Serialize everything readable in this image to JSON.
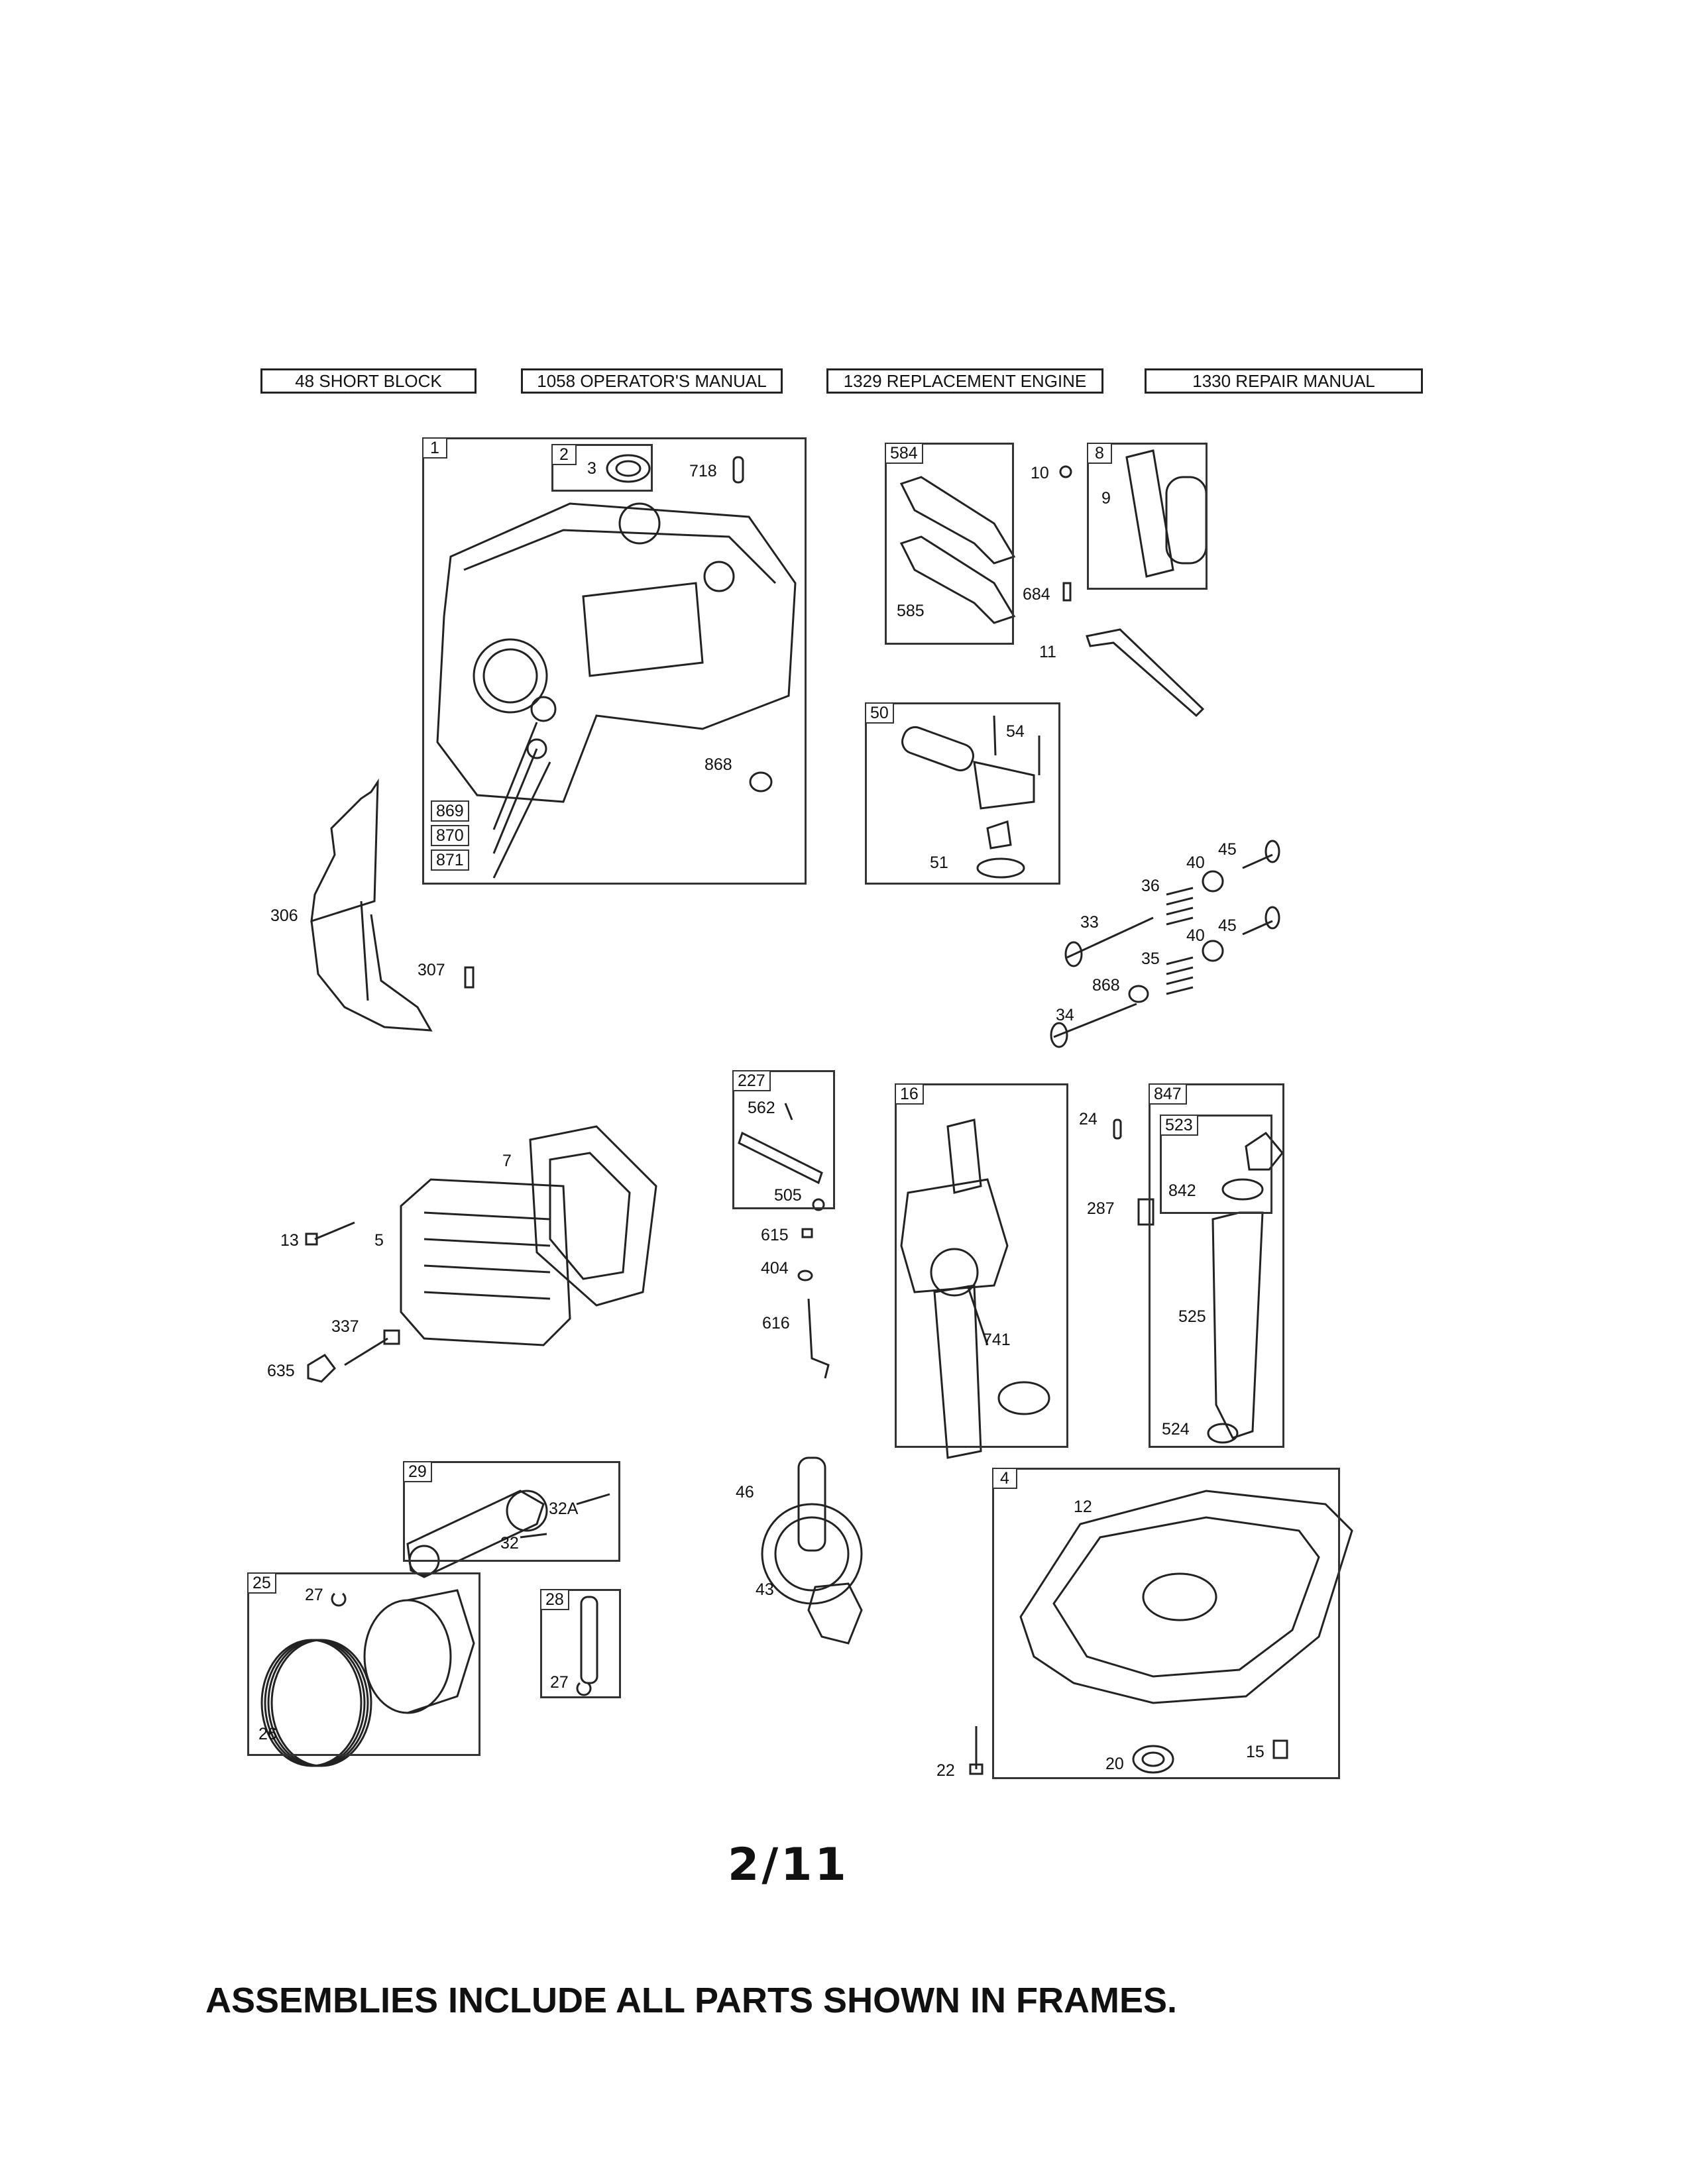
{
  "header_links": [
    {
      "label": "48 SHORT BLOCK"
    },
    {
      "label": "1058 OPERATOR'S MANUAL"
    },
    {
      "label": "1329 REPLACEMENT ENGINE"
    },
    {
      "label": "1330 REPAIR MANUAL"
    }
  ],
  "frames": {
    "f1": "1",
    "f2": "2",
    "f584": "584",
    "f8": "8",
    "f50": "50",
    "f227": "227",
    "f16": "16",
    "f847": "847",
    "f523": "523",
    "f29": "29",
    "f4": "4",
    "f25": "25",
    "f28": "28",
    "f869": "869",
    "f870": "870",
    "f871": "871"
  },
  "parts": {
    "p3": "3",
    "p718": "718",
    "p868a": "868",
    "p306": "306",
    "p307": "307",
    "p585": "585",
    "p10": "10",
    "p9": "9",
    "p684": "684",
    "p11": "11",
    "p54": "54",
    "p51": "51",
    "p45a": "45",
    "p40a": "40",
    "p36": "36",
    "p33": "33",
    "p45b": "45",
    "p40b": "40",
    "p35": "35",
    "p868b": "868",
    "p34": "34",
    "p7": "7",
    "p13": "13",
    "p5": "5",
    "p337": "337",
    "p635": "635",
    "p562": "562",
    "p505": "505",
    "p615": "615",
    "p404": "404",
    "p616": "616",
    "p741": "741",
    "p24": "24",
    "p287": "287",
    "p842": "842",
    "p525": "525",
    "p524": "524",
    "p32A": "32A",
    "p32": "32",
    "p46": "46",
    "p43": "43",
    "p12": "12",
    "p27a": "27",
    "p26": "26",
    "p27b": "27",
    "p22": "22",
    "p20": "20",
    "p15": "15"
  },
  "page_number": "2/11",
  "caption": "ASSEMBLIES INCLUDE ALL PARTS SHOWN IN FRAMES."
}
